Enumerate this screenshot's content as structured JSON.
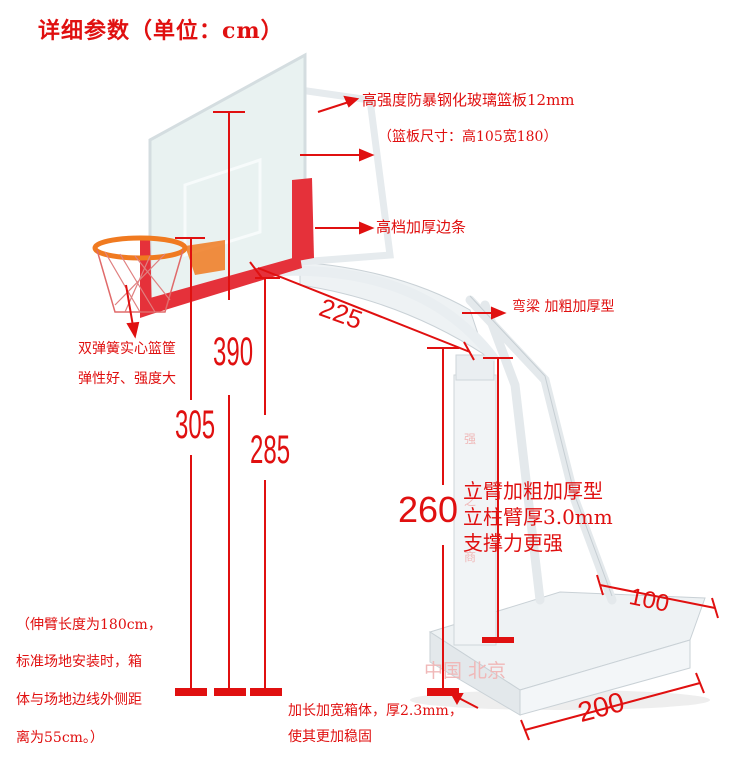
{
  "title": "详细参数（单位：cm）",
  "labels": {
    "backboard": "高强度防暴钢化玻璃篮板12mm",
    "backboard_size": "（篮板尺寸：高105宽180）",
    "edge_strip": "高档加厚边条",
    "boom": "弯梁  加粗加厚型",
    "hoop_line1": "双弹簧实心篮筐",
    "hoop_line2": "弹性好、强度大",
    "arm_line1": "立臂加粗加厚型",
    "arm_line2": "立柱臂厚3.0mm",
    "arm_line3": "支撑力更强",
    "note_line1": "（伸臂长度为180cm，",
    "note_line2": "标准场地安装时，箱",
    "note_line3": "体与场地边线外侧距",
    "note_line4": "离为55cm。）",
    "base_line1": "加长加宽箱体，厚2.3mm，",
    "base_line2": "使其更加稳固"
  },
  "dimensions": {
    "total_height": "390",
    "rim_height": "305",
    "board_bottom": "285",
    "pole_height": "260",
    "boom_length": "225",
    "base_width": "100",
    "base_length": "200"
  },
  "watermark": {
    "base_text": "中国 北京",
    "pole_text": [
      "强",
      "之",
      "商"
    ]
  },
  "colors": {
    "annotation": "#e01010",
    "frame": "#e9eef2",
    "padding": "#e5313a"
  }
}
